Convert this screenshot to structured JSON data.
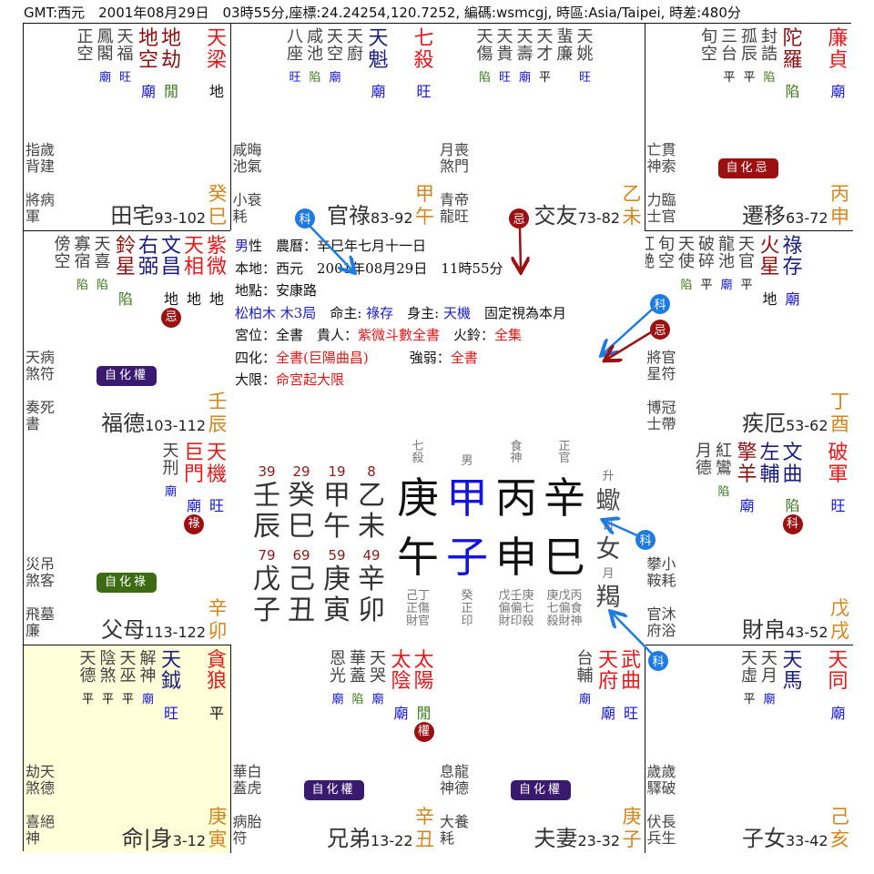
{
  "header": {
    "title": "GMT:西元　2001年08月29日　03時55分,座標:24.24254,120.7252, 編碼:wsmcgj, 時區:Asia/Taipei, 時差:480分"
  },
  "colors": {
    "main_star": "#e5191c",
    "sha_star": "#8b1111",
    "aux_star": "#1c1c80",
    "minor_star": "#444444",
    "bright": {
      "廟": "#1414d4",
      "旺": "#1414d4",
      "陷": "#3c7a1c",
      "閒": "#3c7a1c",
      "平": "#111111",
      "地": "#111111"
    },
    "hua_circle": "#9b1111",
    "ke_arrow": "#1f7be0",
    "ji_arrow": "#9b1111",
    "badge": {
      "自化權": "#3a1a6e",
      "自化祿": "#3c6b14",
      "自化忌": "#9b1111"
    },
    "stem_branch": "#d4861e",
    "ming_bg": "#ffffd9"
  },
  "palaces": [
    {
      "name": "田宅",
      "ages": "93-102",
      "stem": "癸",
      "branch": "巳",
      "main": [
        {
          "name": "天梁",
          "b": "地"
        }
      ],
      "aux": [
        {
          "name": "地劫",
          "b": "閒",
          "t": "sha"
        },
        {
          "name": "地空",
          "b": "廟",
          "t": "sha"
        }
      ],
      "minor": [
        {
          "name": "天福",
          "b": "旺"
        },
        {
          "name": "鳳閣",
          "b": "廟"
        },
        {
          "name": "正空",
          "b": ""
        }
      ],
      "labels": [
        "指歲\n背建",
        "將病\n軍"
      ]
    },
    {
      "name": "官祿",
      "ages": "83-92",
      "stem": "甲",
      "branch": "午",
      "main": [
        {
          "name": "七殺",
          "b": "旺"
        }
      ],
      "aux": [
        {
          "name": "天魁",
          "b": "廟",
          "t": "aux"
        }
      ],
      "minor": [
        {
          "name": "天廚",
          "b": ""
        },
        {
          "name": "天空",
          "b": "廟"
        },
        {
          "name": "咸池",
          "b": "陷"
        },
        {
          "name": "八座",
          "b": "旺"
        }
      ],
      "labels": [
        "咸晦\n池氣",
        "小衰\n耗"
      ]
    },
    {
      "name": "交友",
      "ages": "73-82",
      "stem": "乙",
      "branch": "未",
      "main": [],
      "aux": [],
      "minor": [
        {
          "name": "天姚",
          "b": "旺"
        },
        {
          "name": "蜚廉",
          "b": ""
        },
        {
          "name": "天才",
          "b": "平"
        },
        {
          "name": "天壽",
          "b": "廟"
        },
        {
          "name": "天貴",
          "b": "旺"
        },
        {
          "name": "天傷",
          "b": "陷"
        }
      ],
      "labels": [
        "月喪\n煞門",
        "青帝\n龍旺"
      ]
    },
    {
      "name": "遷移",
      "ages": "63-72",
      "stem": "丙",
      "branch": "申",
      "main": [
        {
          "name": "廉貞",
          "b": "廟"
        }
      ],
      "aux": [
        {
          "name": "陀羅",
          "b": "陷",
          "t": "sha"
        }
      ],
      "minor": [
        {
          "name": "封誥",
          "b": "陷"
        },
        {
          "name": "孤辰",
          "b": "平"
        },
        {
          "name": "三台",
          "b": "平"
        },
        {
          "name": "旬空",
          "b": ""
        }
      ],
      "labels": [
        "亡貫\n神索",
        "力臨\n士官"
      ],
      "self_hua": "自化忌"
    },
    {
      "name": "福德",
      "ages": "103-112",
      "stem": "壬",
      "branch": "辰",
      "main": [
        {
          "name": "紫微",
          "b": "地"
        },
        {
          "name": "天相",
          "b": "地"
        }
      ],
      "aux": [
        {
          "name": "文昌",
          "b": "地",
          "t": "aux",
          "hua": "忌"
        },
        {
          "name": "右弼",
          "b": "",
          "t": "aux"
        },
        {
          "name": "鈴星",
          "b": "陷",
          "t": "sha"
        }
      ],
      "minor": [
        {
          "name": "天喜",
          "b": "陷"
        },
        {
          "name": "寡宿",
          "b": "陷"
        },
        {
          "name": "傍空",
          "b": ""
        }
      ],
      "labels": [
        "天病\n煞符",
        "奏死\n書"
      ],
      "self_hua": "自化權"
    },
    {
      "name": "疾厄",
      "ages": "53-62",
      "stem": "丁",
      "branch": "酉",
      "main": [],
      "aux": [
        {
          "name": "祿存",
          "b": "廟",
          "t": "aux"
        },
        {
          "name": "火星",
          "b": "地",
          "t": "sha"
        }
      ],
      "minor": [
        {
          "name": "天官",
          "b": "平"
        },
        {
          "name": "龍池",
          "b": "廟"
        },
        {
          "name": "破碎",
          "b": "平"
        },
        {
          "name": "天使",
          "b": "陷"
        },
        {
          "name": "旬空",
          "b": ""
        },
        {
          "name": "紅艷",
          "b": ""
        }
      ],
      "labels": [
        "將官\n星符",
        "博冠\n士帶"
      ]
    },
    {
      "name": "父母",
      "ages": "113-122",
      "stem": "辛",
      "branch": "卯",
      "main": [
        {
          "name": "天機",
          "b": "旺"
        },
        {
          "name": "巨門",
          "b": "廟",
          "hua": "祿"
        }
      ],
      "aux": [],
      "minor": [
        {
          "name": "天刑",
          "b": "廟"
        }
      ],
      "labels": [
        "災吊\n煞客",
        "飛墓\n廉"
      ],
      "self_hua": "自化祿"
    },
    {
      "name": "財帛",
      "ages": "43-52",
      "stem": "戊",
      "branch": "戌",
      "main": [
        {
          "name": "破軍",
          "b": "旺"
        }
      ],
      "aux": [
        {
          "name": "文曲",
          "b": "陷",
          "t": "aux",
          "hua": "科"
        },
        {
          "name": "左輔",
          "b": "",
          "t": "aux"
        },
        {
          "name": "擎羊",
          "b": "廟",
          "t": "sha"
        }
      ],
      "minor": [
        {
          "name": "紅鸞",
          "b": "陷"
        },
        {
          "name": "月德",
          "b": ""
        }
      ],
      "labels": [
        "攀小\n鞍耗",
        "官沐\n府浴"
      ]
    },
    {
      "name": "命|身",
      "ages": "3-12",
      "stem": "庚",
      "branch": "寅",
      "highlight": true,
      "main": [
        {
          "name": "貪狼",
          "b": "平"
        }
      ],
      "aux": [
        {
          "name": "天鉞",
          "b": "旺",
          "t": "aux"
        }
      ],
      "minor": [
        {
          "name": "解神",
          "b": "廟"
        },
        {
          "name": "天巫",
          "b": "平"
        },
        {
          "name": "陰煞",
          "b": "平"
        },
        {
          "name": "天德",
          "b": "平"
        }
      ],
      "labels": [
        "劫天\n煞德",
        "喜絕\n神"
      ]
    },
    {
      "name": "兄弟",
      "ages": "13-22",
      "stem": "辛",
      "branch": "丑",
      "main": [
        {
          "name": "太陽",
          "b": "閒",
          "hua": "權"
        },
        {
          "name": "太陰",
          "b": "廟"
        }
      ],
      "aux": [],
      "minor": [
        {
          "name": "天哭",
          "b": "廟"
        },
        {
          "name": "華蓋",
          "b": "陷"
        },
        {
          "name": "恩光",
          "b": "廟"
        }
      ],
      "labels": [
        "華白\n蓋虎",
        "病胎\n符"
      ],
      "self_hua": "自化權"
    },
    {
      "name": "夫妻",
      "ages": "23-32",
      "stem": "庚",
      "branch": "子",
      "main": [
        {
          "name": "武曲",
          "b": "旺"
        },
        {
          "name": "天府",
          "b": "廟"
        }
      ],
      "aux": [],
      "minor": [
        {
          "name": "台輔",
          "b": "廟"
        }
      ],
      "labels": [
        "息龍\n神德",
        "大養\n耗"
      ],
      "self_hua": "自化權"
    },
    {
      "name": "子女",
      "ages": "33-42",
      "stem": "己",
      "branch": "亥",
      "main": [
        {
          "name": "天同",
          "b": "廟"
        }
      ],
      "aux": [
        {
          "name": "天馬",
          "b": "",
          "t": "aux"
        }
      ],
      "minor": [
        {
          "name": "天月",
          "b": "廟"
        },
        {
          "name": "天虛",
          "b": "平"
        }
      ],
      "labels": [
        "歲歲\n驛破",
        "伏長\n兵生"
      ]
    }
  ],
  "info": [
    [
      {
        "t": "男",
        "c": "#1c1cc0"
      },
      {
        "t": "性　農曆：辛巳年七月十一日",
        "c": "#111"
      }
    ],
    [
      {
        "t": "本地：西元　2001年08月29日　11時55分",
        "c": "#111"
      }
    ],
    [
      {
        "t": "地點：安康路",
        "c": "#111"
      }
    ],
    [
      {
        "t": "松柏木 木3局",
        "c": "#2020c8"
      },
      {
        "t": "　命主: ",
        "c": "#111"
      },
      {
        "t": "祿存",
        "c": "#2020c8"
      },
      {
        "t": "　身主: ",
        "c": "#111"
      },
      {
        "t": "天機",
        "c": "#2020c8"
      },
      {
        "t": "　固定視為本月",
        "c": "#111"
      }
    ],
    [
      {
        "t": "宮位：全書　貴人：",
        "c": "#111"
      },
      {
        "t": "紫微斗數全書",
        "c": "#e01818"
      },
      {
        "t": "　火鈴：",
        "c": "#111"
      },
      {
        "t": "全集",
        "c": "#e01818"
      }
    ],
    [
      {
        "t": "四化：",
        "c": "#111"
      },
      {
        "t": "全書(巨陽曲昌)",
        "c": "#e01818"
      },
      {
        "t": "　　　強弱：",
        "c": "#111"
      },
      {
        "t": "全書",
        "c": "#e01818"
      }
    ],
    [
      {
        "t": "大限：",
        "c": "#111"
      },
      {
        "t": "命宮起大限",
        "c": "#e01818"
      }
    ]
  ],
  "bazi": {
    "luck_upper": {
      "ages": [
        "39",
        "29",
        "19",
        "8"
      ],
      "stems": [
        "壬",
        "癸",
        "甲",
        "乙"
      ],
      "branches": [
        "辰",
        "巳",
        "午",
        "未"
      ]
    },
    "luck_lower": {
      "ages": [
        "79",
        "69",
        "59",
        "49"
      ],
      "stems": [
        "戊",
        "己",
        "庚",
        "辛"
      ],
      "branches": [
        "子",
        "丑",
        "寅",
        "卯"
      ]
    },
    "pillars": [
      {
        "top": "七\n殺",
        "stem": "庚",
        "branch": "午",
        "hidden": "己丁\n正傷\n財官"
      },
      {
        "top": "男",
        "stem": "甲",
        "branch": "子",
        "hidden": "癸\n正\n印",
        "day": true
      },
      {
        "top": "食\n神",
        "stem": "丙",
        "branch": "申",
        "hidden": "戊壬庚\n偏偏七\n財印殺"
      },
      {
        "top": "正\n官",
        "stem": "辛",
        "branch": "巳",
        "hidden": "庚戊丙\n七偏食\n殺財神"
      }
    ],
    "day_color": "#1414e0",
    "side": {
      "rising_label": "升",
      "rising": "蠍",
      "sun_label": "日",
      "sun": "女",
      "moon_label": "月",
      "moon": "羯"
    }
  },
  "arrows": [
    {
      "label": "科"
    },
    {
      "label": "忌"
    },
    {
      "label": "科"
    },
    {
      "label": "忌"
    },
    {
      "label": "科"
    },
    {
      "label": "科"
    }
  ]
}
